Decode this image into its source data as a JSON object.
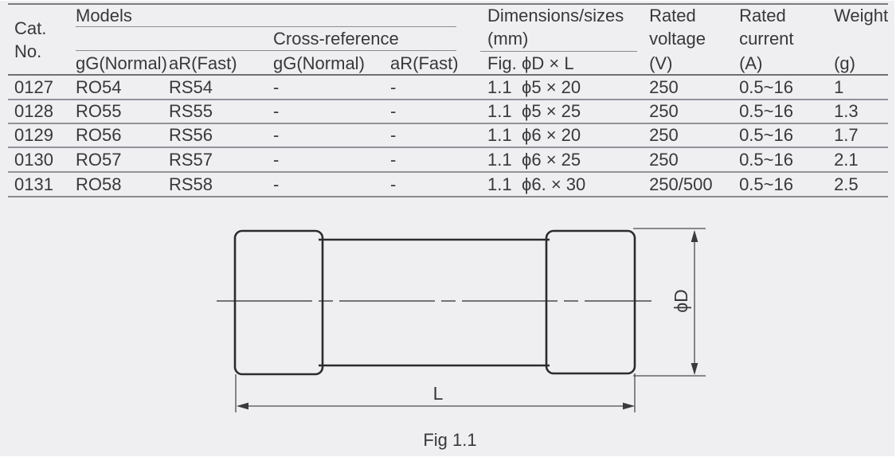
{
  "page": {
    "background": "#efeff1",
    "outline_color": "#2b2b2e",
    "rule_color": "#8b8b90",
    "text_color": "#38383c"
  },
  "table": {
    "header": {
      "cat_line1": "Cat.",
      "cat_line2": "No.",
      "models": "Models",
      "cross_reference": "Cross-reference",
      "dimensions": "Dimensions/sizes",
      "dimensions_unit": "(mm)",
      "rated_voltage_line1": "Rated",
      "rated_voltage_line2": "voltage",
      "rated_voltage_unit": "(V)",
      "rated_current_line1": "Rated",
      "rated_current_line2": "current",
      "rated_current_unit": "(A)",
      "weight": "Weight",
      "weight_unit": "(g)",
      "sub": {
        "models_gg": "gG(Normal)",
        "models_ar": "aR(Fast)",
        "xref_gg": "gG(Normal)",
        "xref_ar": "aR(Fast)",
        "fig": "Fig.",
        "dxl": "ϕD × L"
      }
    },
    "rows": [
      {
        "cat": "0127",
        "gg": "RO54",
        "ar": "RS54",
        "xgg": "-",
        "xar": "-",
        "fig": "1.1",
        "dxl": "ϕ5 × 20",
        "voltage": "250",
        "current": "0.5~16",
        "weight": "1"
      },
      {
        "cat": "0128",
        "gg": "RO55",
        "ar": "RS55",
        "xgg": "-",
        "xar": "-",
        "fig": "1.1",
        "dxl": "ϕ5 × 25",
        "voltage": "250",
        "current": "0.5~16",
        "weight": "1.3"
      },
      {
        "cat": "0129",
        "gg": "RO56",
        "ar": "RS56",
        "xgg": "-",
        "xar": "-",
        "fig": "1.1",
        "dxl": "ϕ6 × 20",
        "voltage": "250",
        "current": "0.5~16",
        "weight": "1.7"
      },
      {
        "cat": "0130",
        "gg": "RO57",
        "ar": "RS57",
        "xgg": "-",
        "xar": "-",
        "fig": "1.1",
        "dxl": "ϕ6 × 25",
        "voltage": "250",
        "current": "0.5~16",
        "weight": "2.1"
      },
      {
        "cat": "0131",
        "gg": "RO58",
        "ar": "RS58",
        "xgg": "-",
        "xar": "-",
        "fig": "1.1",
        "dxl": "ϕ6. × 30",
        "voltage": "250/500",
        "current": "0.5~16",
        "weight": "2.5"
      }
    ]
  },
  "figure": {
    "diameter_label": "ϕD",
    "length_label": "L",
    "caption": "Fig 1.1"
  }
}
